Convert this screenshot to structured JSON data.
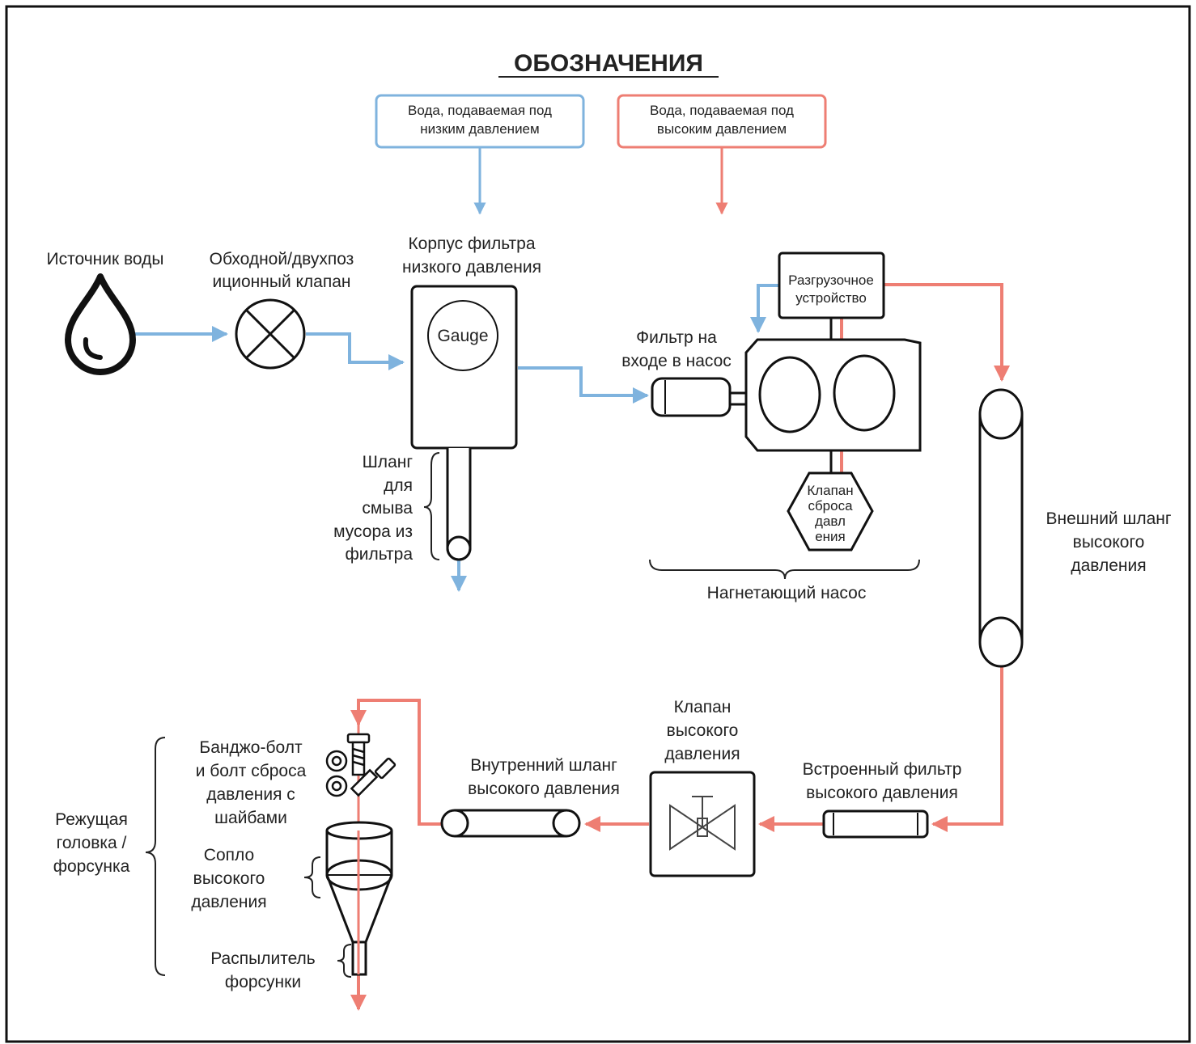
{
  "legend": {
    "title": "ОБОЗНАЧЕНИЯ",
    "low_pressure": [
      "Вода, подаваемая под",
      "низким давлением"
    ],
    "high_pressure": [
      "Вода, подаваемая под",
      "высоким давлением"
    ]
  },
  "labels": {
    "water_source": "Источник воды",
    "bypass_valve": [
      "Обходной/двухпоз",
      "иционный клапан"
    ],
    "filter_housing": [
      "Корпус фильтра",
      "низкого давления"
    ],
    "gauge": "Gauge",
    "flush_hose": [
      "Шланг",
      "для",
      "смыва",
      "мусора из",
      "фильтра"
    ],
    "inlet_filter": [
      "Фильтр на",
      "входе в насос"
    ],
    "unloader": [
      "Разгрузочное",
      "устройство"
    ],
    "relief_valve": [
      "Клапан",
      "сброса",
      "давл",
      "ения"
    ],
    "pump": "Нагнетающий насос",
    "external_hose": [
      "Внешний шланг",
      "высокого",
      "давления"
    ],
    "inline_filter": [
      "Встроенный фильтр",
      "высокого давления"
    ],
    "hp_valve": [
      "Клапан",
      "высокого",
      "давления"
    ],
    "internal_hose": [
      "Внутренний шланг",
      "высокого давления"
    ],
    "banjo_bolt": [
      "Банджо-болт",
      "и болт сброса",
      "давления с",
      "шайбами"
    ],
    "nozzle": [
      "Сопло",
      "высокого",
      "давления"
    ],
    "atomizer": [
      "Распылитель",
      "форсунки"
    ],
    "cutting_head": [
      "Режущая",
      "головка /",
      "форсунка"
    ]
  },
  "colors": {
    "low_pressure": "#7fb3de",
    "high_pressure": "#ee7e73",
    "stroke": "#1a1a1a"
  }
}
